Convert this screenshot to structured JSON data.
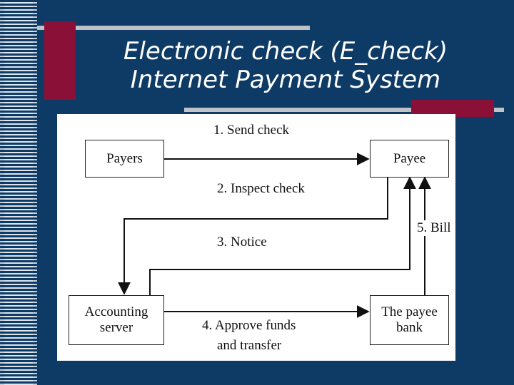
{
  "slide": {
    "title_line1": "Electronic check (E_check)",
    "title_line2": "Internet Payment System"
  },
  "diagram": {
    "nodes": {
      "payers": "Payers",
      "payee": "Payee",
      "accounting_server_line1": "Accounting",
      "accounting_server_line2": "server",
      "payee_bank_line1": "The payee",
      "payee_bank_line2": "bank"
    },
    "edges": {
      "send_check": "1. Send check",
      "inspect_check": "2. Inspect  check",
      "notice": "3. Notice",
      "approve_line1": "4. Approve funds",
      "approve_line2": "and  transfer",
      "bill": "5. Bill"
    }
  }
}
